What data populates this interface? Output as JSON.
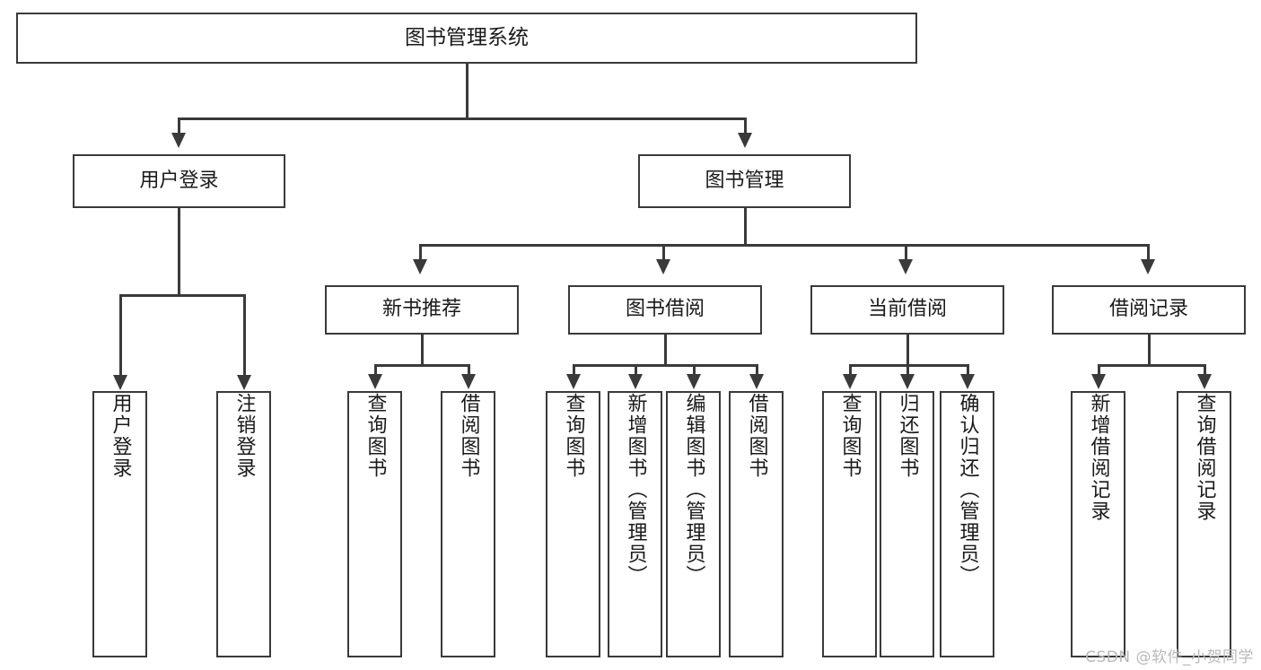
{
  "diagram": {
    "title": "图书管理系统",
    "watermark": "CSDN @软件_小贺同学",
    "type": "tree",
    "stroke_color": "#3a3a3a",
    "background_color": "#ffffff",
    "nodes": {
      "root": {
        "label": "图书管理系统"
      },
      "level2": [
        {
          "label": "用户登录"
        },
        {
          "label": "图书管理"
        }
      ],
      "level3": [
        {
          "label": "新书推荐"
        },
        {
          "label": "图书借阅"
        },
        {
          "label": "当前借阅"
        },
        {
          "label": "借阅记录"
        }
      ],
      "leaves": {
        "user_login": [
          {
            "label": "用户登录"
          },
          {
            "label": "注销登录"
          }
        ],
        "new_book": [
          {
            "label": "查询图书"
          },
          {
            "label": "借阅图书"
          }
        ],
        "book_borrow": [
          {
            "label": "查询图书"
          },
          {
            "label": "新增图书（管理员）"
          },
          {
            "label": "编辑图书（管理员）"
          },
          {
            "label": "借阅图书"
          }
        ],
        "current_borrow": [
          {
            "label": "查询图书"
          },
          {
            "label": "归还图书"
          },
          {
            "label": "确认归还（管理员）"
          }
        ],
        "borrow_record": [
          {
            "label": "新增借阅记录"
          },
          {
            "label": "查询借阅记录"
          }
        ]
      }
    },
    "edges": [
      {
        "from": "图书管理系统",
        "to": "用户登录"
      },
      {
        "from": "图书管理系统",
        "to": "图书管理"
      },
      {
        "from": "用户登录",
        "to": "用户登录"
      },
      {
        "from": "用户登录",
        "to": "注销登录"
      },
      {
        "from": "图书管理",
        "to": "新书推荐"
      },
      {
        "from": "图书管理",
        "to": "图书借阅"
      },
      {
        "from": "图书管理",
        "to": "当前借阅"
      },
      {
        "from": "图书管理",
        "to": "借阅记录"
      },
      {
        "from": "新书推荐",
        "to": "查询图书"
      },
      {
        "from": "新书推荐",
        "to": "借阅图书"
      },
      {
        "from": "图书借阅",
        "to": "查询图书"
      },
      {
        "from": "图书借阅",
        "to": "新增图书（管理员）"
      },
      {
        "from": "图书借阅",
        "to": "编辑图书（管理员）"
      },
      {
        "from": "图书借阅",
        "to": "借阅图书"
      },
      {
        "from": "当前借阅",
        "to": "查询图书"
      },
      {
        "from": "当前借阅",
        "to": "归还图书"
      },
      {
        "from": "当前借阅",
        "to": "确认归还（管理员）"
      },
      {
        "from": "借阅记录",
        "to": "新增借阅记录"
      },
      {
        "from": "借阅记录",
        "to": "查询借阅记录"
      }
    ]
  }
}
